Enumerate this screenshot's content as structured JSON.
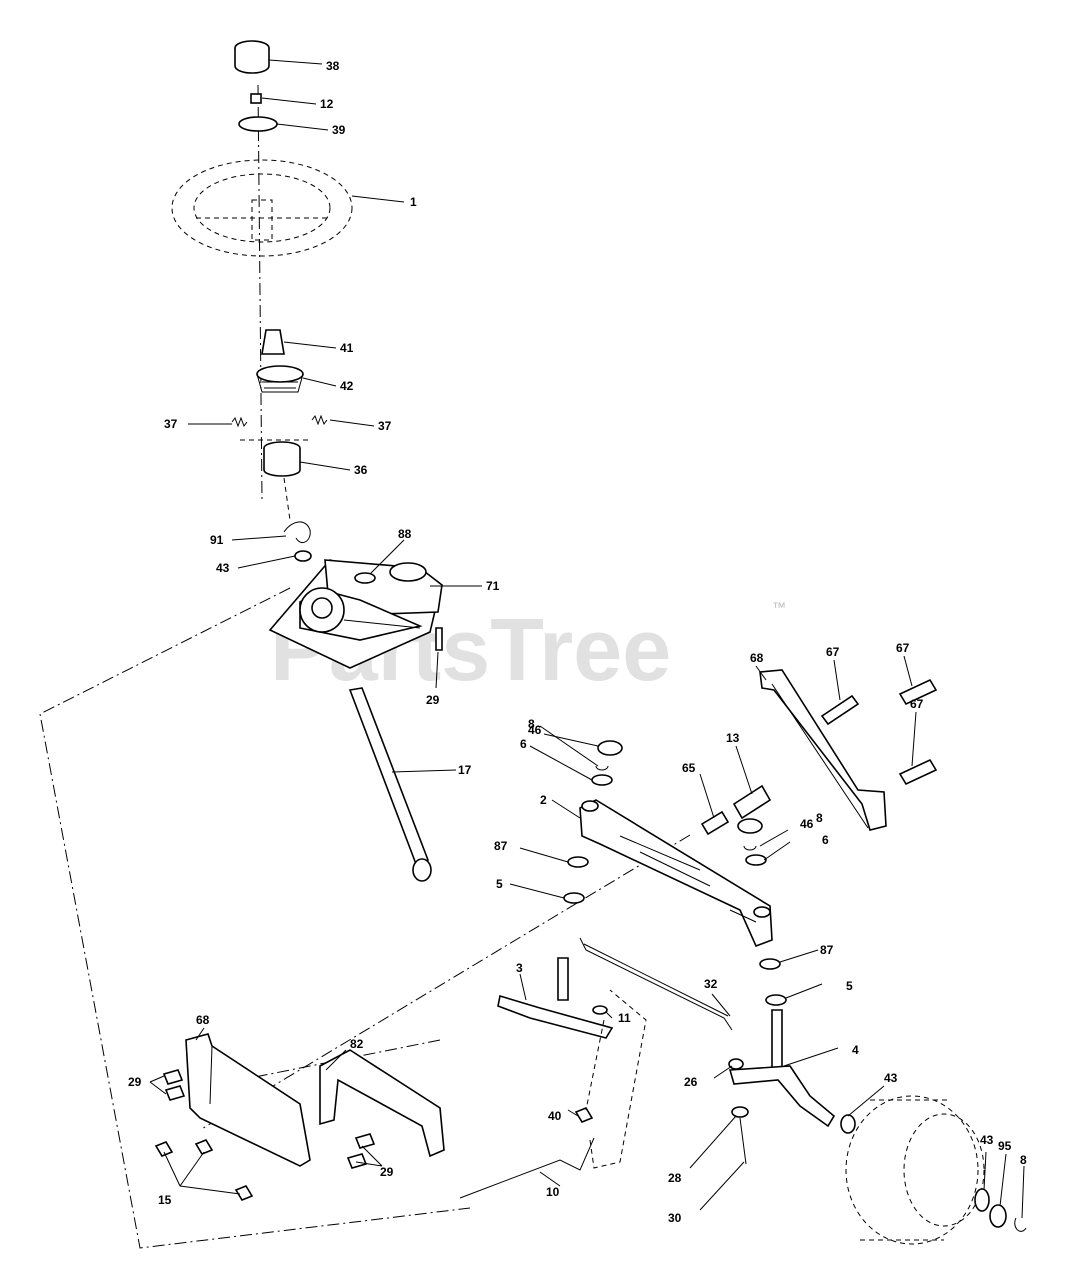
{
  "watermark": {
    "text": "PartsTree",
    "trademark": "™"
  },
  "callouts": [
    {
      "id": "c38",
      "text": "38"
    },
    {
      "id": "c12",
      "text": "12"
    },
    {
      "id": "c39",
      "text": "39"
    },
    {
      "id": "c1",
      "text": "1"
    },
    {
      "id": "c41",
      "text": "41"
    },
    {
      "id": "c42",
      "text": "42"
    },
    {
      "id": "c37a",
      "text": "37"
    },
    {
      "id": "c37b",
      "text": "37"
    },
    {
      "id": "c36",
      "text": "36"
    },
    {
      "id": "c91",
      "text": "91"
    },
    {
      "id": "c88",
      "text": "88"
    },
    {
      "id": "c43a",
      "text": "43"
    },
    {
      "id": "c71",
      "text": "71"
    },
    {
      "id": "c29a",
      "text": "29"
    },
    {
      "id": "c17",
      "text": "17"
    },
    {
      "id": "c68a",
      "text": "68"
    },
    {
      "id": "c67a",
      "text": "67"
    },
    {
      "id": "c67b",
      "text": "67"
    },
    {
      "id": "c67c",
      "text": "67"
    },
    {
      "id": "c46a",
      "text": "46"
    },
    {
      "id": "c8a",
      "text": "8"
    },
    {
      "id": "c6a",
      "text": "6"
    },
    {
      "id": "c13",
      "text": "13"
    },
    {
      "id": "c65",
      "text": "65"
    },
    {
      "id": "c2",
      "text": "2"
    },
    {
      "id": "c46b",
      "text": "46"
    },
    {
      "id": "c8b",
      "text": "8"
    },
    {
      "id": "c6b",
      "text": "6"
    },
    {
      "id": "c87a",
      "text": "87"
    },
    {
      "id": "c5a",
      "text": "5"
    },
    {
      "id": "c87b",
      "text": "87"
    },
    {
      "id": "c3",
      "text": "3"
    },
    {
      "id": "c32",
      "text": "32"
    },
    {
      "id": "c5b",
      "text": "5"
    },
    {
      "id": "c11",
      "text": "11"
    },
    {
      "id": "c68b",
      "text": "68"
    },
    {
      "id": "c82",
      "text": "82"
    },
    {
      "id": "c29b",
      "text": "29"
    },
    {
      "id": "c4",
      "text": "4"
    },
    {
      "id": "c43b",
      "text": "43"
    },
    {
      "id": "c26",
      "text": "26"
    },
    {
      "id": "c40",
      "text": "40"
    },
    {
      "id": "c43c",
      "text": "43"
    },
    {
      "id": "c95",
      "text": "95"
    },
    {
      "id": "c8c",
      "text": "8"
    },
    {
      "id": "c29c",
      "text": "29"
    },
    {
      "id": "c28",
      "text": "28"
    },
    {
      "id": "c10",
      "text": "10"
    },
    {
      "id": "c15",
      "text": "15"
    },
    {
      "id": "c30",
      "text": "30"
    }
  ]
}
